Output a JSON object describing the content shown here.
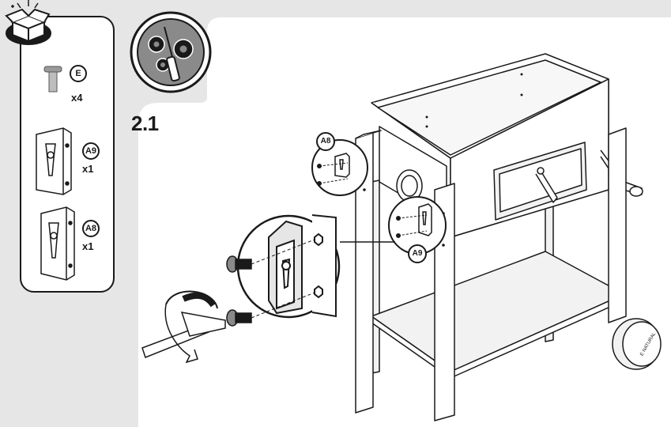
{
  "step": {
    "number": "2.1"
  },
  "parts": [
    {
      "id": "E",
      "qty": "x4",
      "icon": "screw-icon"
    },
    {
      "id": "A9",
      "qty": "x1",
      "icon": "bracket-icon"
    },
    {
      "id": "A8",
      "qty": "x1",
      "icon": "bracket-icon"
    }
  ],
  "callouts": {
    "upper": "A8",
    "lower": "A9"
  },
  "cart_label": "E NATURAL",
  "colors": {
    "panel_gray": "#e6e6e6",
    "ink": "#1a1a1a",
    "tool_badge": "#8a8a8a"
  }
}
